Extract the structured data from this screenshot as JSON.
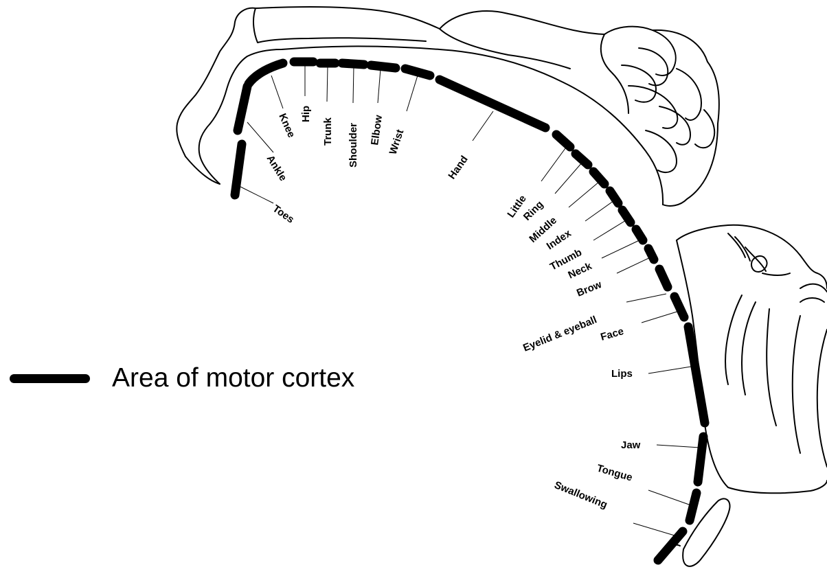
{
  "legend": {
    "label": "Area of motor cortex"
  },
  "body_parts": [
    "Toes",
    "Ankle",
    "Knee",
    "Hip",
    "Trunk",
    "Shoulder",
    "Elbow",
    "Wrist",
    "Hand",
    "Little",
    "Ring",
    "Middle",
    "Index",
    "Thumb",
    "Neck",
    "Brow",
    "Eyelid  & eyeball",
    "Face",
    "Lips",
    "Jaw",
    "Tongue",
    "Swallowing"
  ],
  "colors": {
    "ink": "#000000",
    "background": "#ffffff"
  }
}
